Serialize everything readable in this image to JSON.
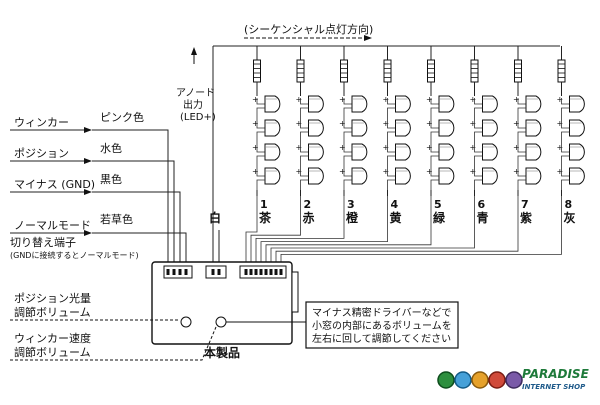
{
  "header": {
    "sequential_direction": "(シーケンシャル点灯方向)"
  },
  "anode": {
    "line1": "アノード",
    "line2": "出力",
    "line3": "(LED+)"
  },
  "inputs": [
    {
      "name": "ウィンカー",
      "wire_color": "ピンク色"
    },
    {
      "name": "ポジション",
      "wire_color": "水色"
    },
    {
      "name": "マイナス (GND)",
      "wire_color": "黒色"
    },
    {
      "name": "ノーマルモード",
      "wire_color": "若草色"
    }
  ],
  "switch_terminal": {
    "line1": "切り替え端子",
    "line2": "(GNDに接続するとノーマルモード)"
  },
  "common_wire_label": "白",
  "channels": [
    {
      "num": "1",
      "color": "茶"
    },
    {
      "num": "2",
      "color": "赤"
    },
    {
      "num": "3",
      "color": "橙"
    },
    {
      "num": "4",
      "color": "黄"
    },
    {
      "num": "5",
      "color": "緑"
    },
    {
      "num": "6",
      "color": "青"
    },
    {
      "num": "7",
      "color": "紫"
    },
    {
      "num": "8",
      "color": "灰"
    }
  ],
  "volumes": {
    "position_line1": "ポジション光量",
    "position_line2": "調節ボリューム",
    "winker_line1": "ウィンカー速度",
    "winker_line2": "調節ボリューム"
  },
  "note": {
    "line1": "マイナス精密ドライバーなどで",
    "line2": "小窓の内部にあるボリュームを",
    "line3": "左右に回して調節してください"
  },
  "product_label": "本製品",
  "logo": {
    "name": "PARADISE",
    "sub": "INTERNET SHOP",
    "brand_color": "#1e7a3a"
  }
}
